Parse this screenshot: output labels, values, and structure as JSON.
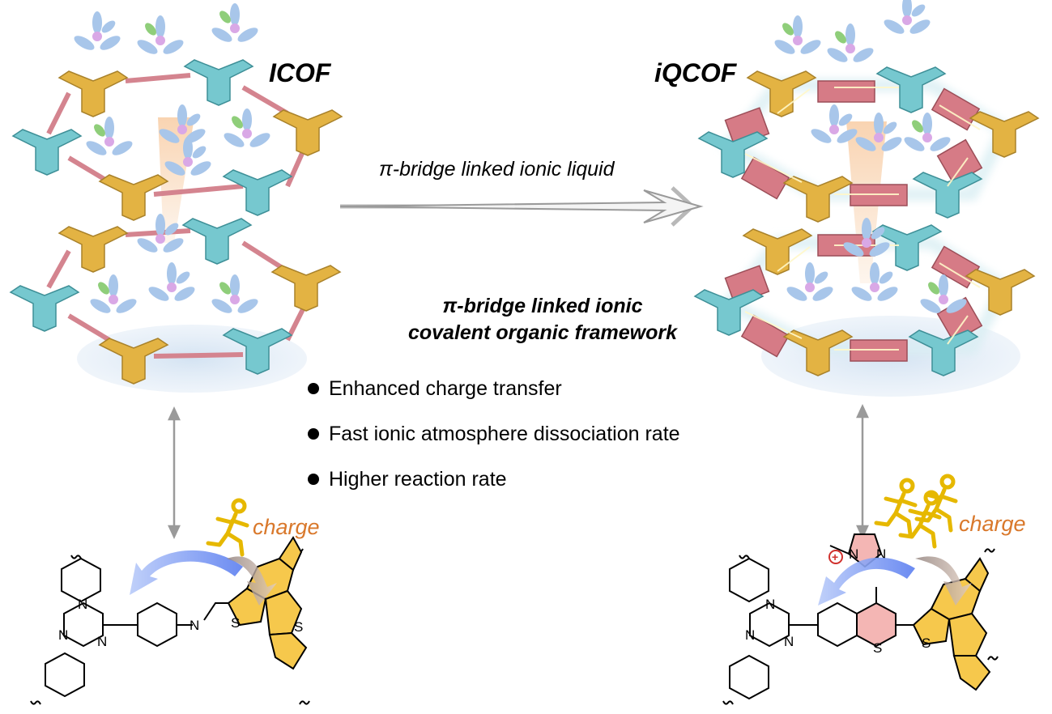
{
  "left_title": "ICOF",
  "right_title": "iQCOF",
  "arrow_label": "π-bridge linked ionic liquid",
  "headline": {
    "line1": "π-bridge linked ionic",
    "line2": "covalent organic framework"
  },
  "bullets": [
    "Enhanced charge transfer",
    "Fast ionic atmosphere dissociation rate",
    "Higher reaction rate"
  ],
  "left_structure": {
    "charge_label": "charge",
    "atoms": [
      "N",
      "N",
      "N",
      "N",
      "S",
      "S"
    ]
  },
  "right_structure": {
    "charge_label": "charge",
    "atoms": [
      "N",
      "N",
      "N",
      "N",
      "N",
      "S",
      "S"
    ],
    "charge_sign": "+"
  },
  "colors": {
    "gold_node": "#e3b343",
    "teal_node": "#76c8cf",
    "pink_link": "#d9848f",
    "ionic_liquid": "#8fb8e3",
    "anion": "#8fce7a",
    "cation_center": "#d9a8e6",
    "runner": "#e6b800",
    "charge_text": "#d9782b",
    "blue_arrow": "#6f8ff0",
    "pink_ring": "#f4b6b4",
    "thiophene_yellow": "#f6c84c"
  },
  "icons": [
    "ionic-liquid-molecule-icon",
    "runner-icon",
    "curved-arrow-icon",
    "double-headed-arrow-icon",
    "open-arrow-icon"
  ]
}
